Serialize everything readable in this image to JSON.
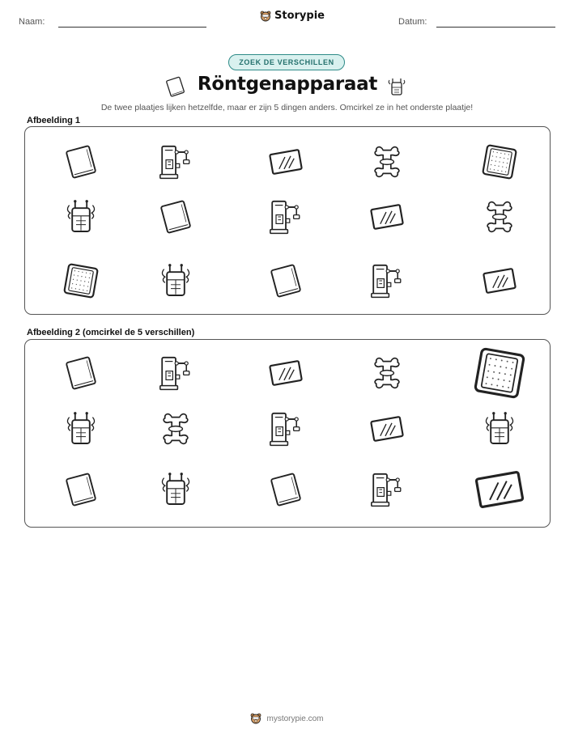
{
  "header": {
    "name_label": "Naam:",
    "date_label": "Datum:",
    "brand": "Storypie"
  },
  "badge": "ZOEK DE VERSCHILLEN",
  "title": "Röntgenapparaat",
  "subtitle": "De twee plaatjes lijken hetzelfde, maar er zijn 5 dingen anders. Omcirkel ze in het onderste plaatje!",
  "picture1": {
    "label": "Afbeelding 1",
    "items": [
      "film-sheet",
      "xray-machine",
      "xray-film",
      "bone",
      "lightbox",
      "iv-bag",
      "film-sheet",
      "xray-machine",
      "xray-film",
      "bone",
      "lightbox",
      "iv-bag",
      "film-sheet",
      "xray-machine",
      "xray-film"
    ]
  },
  "picture2": {
    "label": "Afbeelding 2 (omcirkel de 5 verschillen)",
    "items": [
      "film-sheet",
      "xray-machine",
      "xray-film",
      "bone",
      "lightbox",
      "iv-bag",
      "bone",
      "xray-machine",
      "xray-film",
      "iv-bag",
      "film-sheet",
      "iv-bag",
      "film-sheet",
      "xray-machine",
      "xray-film"
    ]
  },
  "footer": "mystorypie.com"
}
